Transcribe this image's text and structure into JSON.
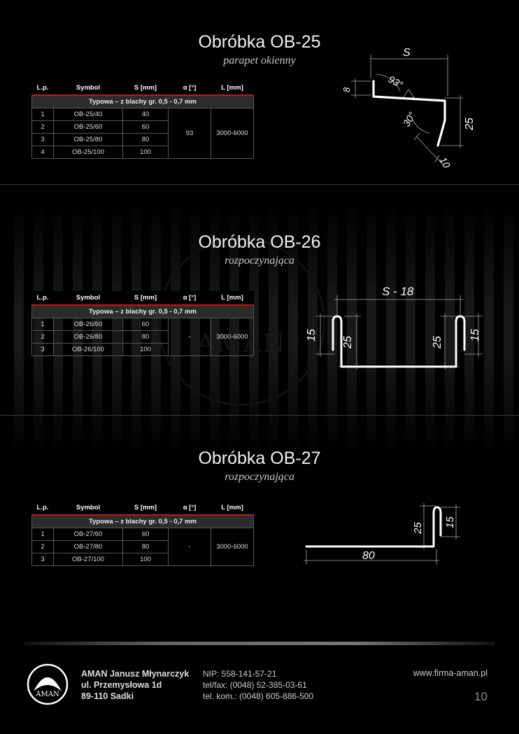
{
  "table_headers": [
    "L.p.",
    "Symbol",
    "S [mm]",
    "α [°]",
    "L [mm]"
  ],
  "sections": [
    {
      "title": "Obróbka OB-25",
      "subtitle": "parapet okienny",
      "typical_label": "Typowa – z blachy gr. 0,5 - 0,7 mm",
      "rows": [
        {
          "lp": "1",
          "symbol": "OB-25/40",
          "s": "40"
        },
        {
          "lp": "2",
          "symbol": "OB-25/60",
          "s": "60"
        },
        {
          "lp": "3",
          "symbol": "OB-25/80",
          "s": "80"
        },
        {
          "lp": "4",
          "symbol": "OB-25/100",
          "s": "100"
        }
      ],
      "alpha": "93",
      "length": "3000-6000",
      "dims": {
        "s": "S",
        "angle1": "93°",
        "angle2": "30°",
        "d8": "8",
        "d25": "25",
        "d10": "10"
      }
    },
    {
      "title": "Obróbka OB-26",
      "subtitle": "rozpoczynająca",
      "typical_label": "Typowa – z blachy gr. 0,5 - 0,7 mm",
      "rows": [
        {
          "lp": "1",
          "symbol": "OB-26/60",
          "s": "60"
        },
        {
          "lp": "2",
          "symbol": "OB-26/80",
          "s": "80"
        },
        {
          "lp": "3",
          "symbol": "OB-26/100",
          "s": "100"
        }
      ],
      "alpha": "-",
      "length": "3000-6000",
      "dims": {
        "s": "S - 18",
        "d15a": "15",
        "d25a": "25",
        "d25b": "25",
        "d15b": "15"
      }
    },
    {
      "title": "Obróbka OB-27",
      "subtitle": "rozpoczynająca",
      "typical_label": "Typowa – z blachy gr. 0,5 - 0,7 mm",
      "rows": [
        {
          "lp": "1",
          "symbol": "OB-27/60",
          "s": "60"
        },
        {
          "lp": "2",
          "symbol": "OB-27/80",
          "s": "80"
        },
        {
          "lp": "3",
          "symbol": "OB-27/100",
          "s": "100"
        }
      ],
      "alpha": "-",
      "length": "3000-6000",
      "dims": {
        "d80": "80",
        "d25": "25",
        "d15": "15"
      }
    }
  ],
  "watermark": "AMAN",
  "footer": {
    "company_line1": "AMAN Janusz Młynarczyk",
    "company_line2": "ul. Przemysłowa 1d",
    "company_line3": "89-110 Sadki",
    "nip": "NIP: 558-141-57-21",
    "telfax": "tel/fax: (0048) 52-385-03-61",
    "telkom": "tel. kom.: (0048) 605-886-500",
    "website": "www.firma-aman.pl",
    "page": "10",
    "logo_text": "AMAN"
  },
  "colors": {
    "accent_red": "#c01818",
    "background": "#000000"
  }
}
